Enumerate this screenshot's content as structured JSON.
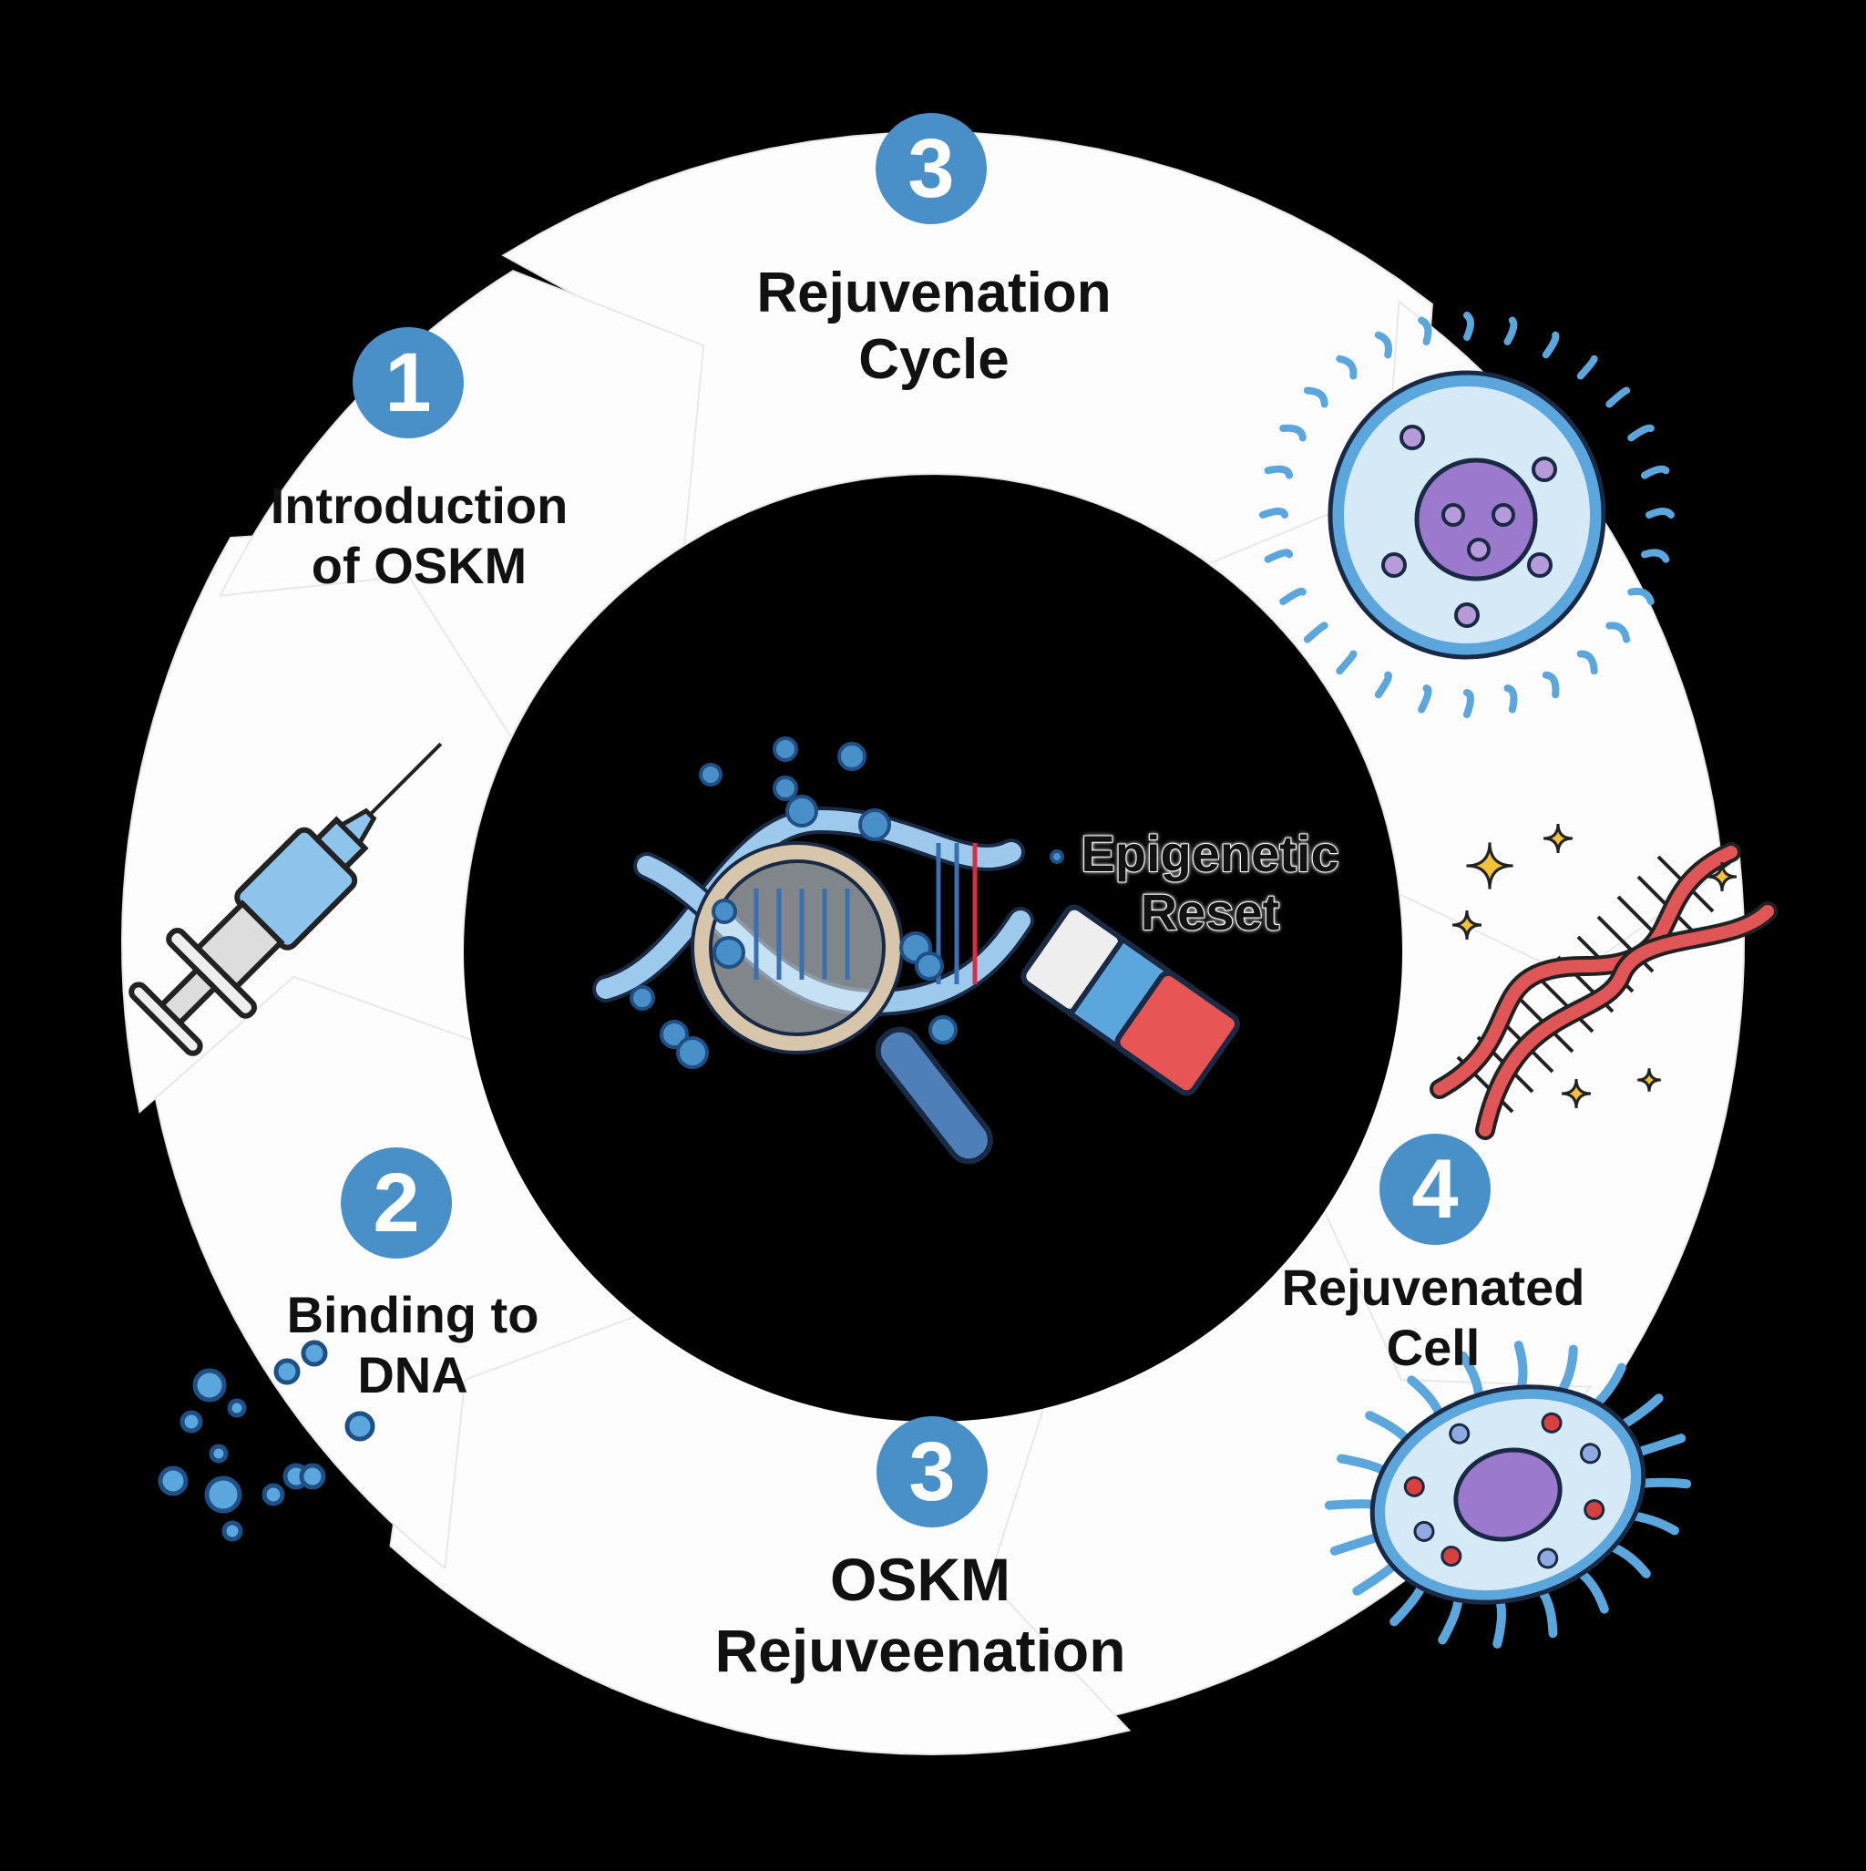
{
  "diagram": {
    "type": "cycle",
    "background_color": "#000000",
    "segment_color": "#fdfdfd",
    "badge_color": "#4a90c8",
    "center": {
      "label_line1": "Epigenetic",
      "label_line2": "Reset",
      "icons": [
        "dna-helix-icon",
        "magnifying-glass-icon",
        "eraser-icon",
        "molecule-icon"
      ]
    },
    "steps": [
      {
        "number": "1",
        "line1": "Introduction",
        "line2": "of OSKM",
        "icon": "syringe-icon"
      },
      {
        "number": "2",
        "line1": "Binding to",
        "line2": "DNA",
        "icon": "molecule-cluster-icon"
      },
      {
        "number": "3",
        "line1": "OSKM",
        "line2": "Rejuveenation",
        "icon": ""
      },
      {
        "number": "4",
        "line1": "Rejuvenated",
        "line2": "Cell",
        "icon": "rejuvenated-cell-icon"
      },
      {
        "number": "3",
        "line1": "Rejuvenation",
        "line2": "Cycle",
        "icon": ""
      }
    ],
    "extra_icons": [
      "aged-cell-icon",
      "sparkling-dna-icon"
    ]
  }
}
